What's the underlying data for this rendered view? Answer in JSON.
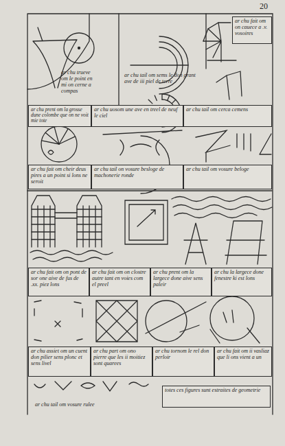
{
  "diagram": {
    "nodes": [
      {
        "text": [
          "ar chu fait om on cauece a .v. vosoires"
        ]
      },
      {
        "text": [
          "ar chu trueve om le point en mi on cerne a compas"
        ]
      },
      {
        "text": [
          "ar chu tail om sems le don grant ave de iii piel de terre"
        ]
      },
      {
        "text": [
          "ar chu prent om la grosse dune colombe que on ne voit mie tote"
        ]
      },
      {
        "text": [
          "ar chu uosom une ave en treel de neuf le ciel"
        ]
      },
      {
        "text": [
          "ar chu tail om cerca cemens"
        ]
      },
      {
        "text": [
          "ar chu fait om cheir deus pires a un point si lons ne seroit"
        ]
      },
      {
        "text": [
          "ar chu tail on vosure besloge de machonerie ronde"
        ]
      },
      {
        "text": [
          "ar chu tail om vosure beloge"
        ]
      },
      {
        "text": [
          "ar chu fait om on pont de sor one aive de fus de .xx. piez lons"
        ]
      },
      {
        "text": [
          "ar chu fait om on clostre autre tant en voies com el preel"
        ]
      },
      {
        "text": [
          "ar chu prent om la largece done aive sens paleir"
        ]
      },
      {
        "text": [
          "ar chu la largece done fenestre ki est lons"
        ]
      },
      {
        "text": [
          "ar chu assiet om un cuent don pilier sens plonc et sens livel"
        ]
      },
      {
        "text": [
          "ar chu part om ono pierre que les ii moitiez sont quarees"
        ]
      },
      {
        "text": [
          "ar chu tornom le rel don perloir"
        ]
      },
      {
        "text": [
          "ar chu fait om ii vasliaz que li ons vient a un"
        ]
      },
      {
        "text": [
          "ar chu tail om vosure rulee"
        ]
      },
      {
        "text": [
          "totes ces figures sunt estraites de geometrie"
        ]
      }
    ],
    "labels": [
      "20"
    ]
  }
}
